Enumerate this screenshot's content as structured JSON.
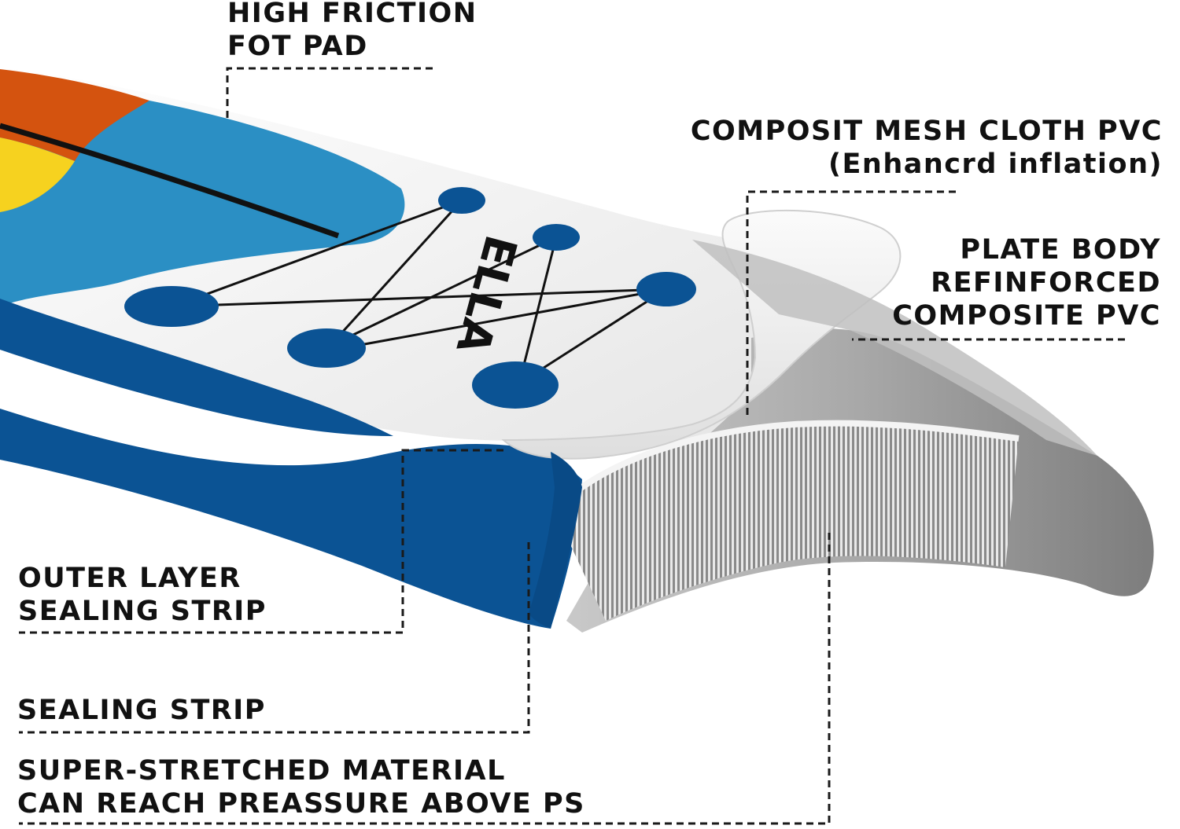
{
  "brand": {
    "logo_text": "ELLA",
    "colors": {
      "navy": "#0b5394",
      "sky": "#2b8fc4",
      "orange": "#d4530f",
      "yellow": "#f6d21f",
      "white": "#ffffff",
      "gray": "#9a9a9a",
      "leader": "#1a1a1a"
    }
  },
  "labels": {
    "high_friction": {
      "line1": "HIGH FRICTION",
      "line2": "FOT PAD"
    },
    "composit_mesh": {
      "line1": "COMPOSIT MESH CLOTH PVC",
      "line2": "(Enhancrd inflation)"
    },
    "plate_body": {
      "line1": "PLATE BODY",
      "line2": "REFINFORCED",
      "line3": "COMPOSITE PVC"
    },
    "outer_layer": {
      "line1": "OUTER LAYER",
      "line2": "SEALING STRIP"
    },
    "sealing_strip": {
      "line1": "SEALING STRIP"
    },
    "super_stretched": {
      "line1": "SUPER-STRETCHED MATERIAL",
      "line2": "CAN REACH PREASSURE ABOVE PS"
    }
  }
}
